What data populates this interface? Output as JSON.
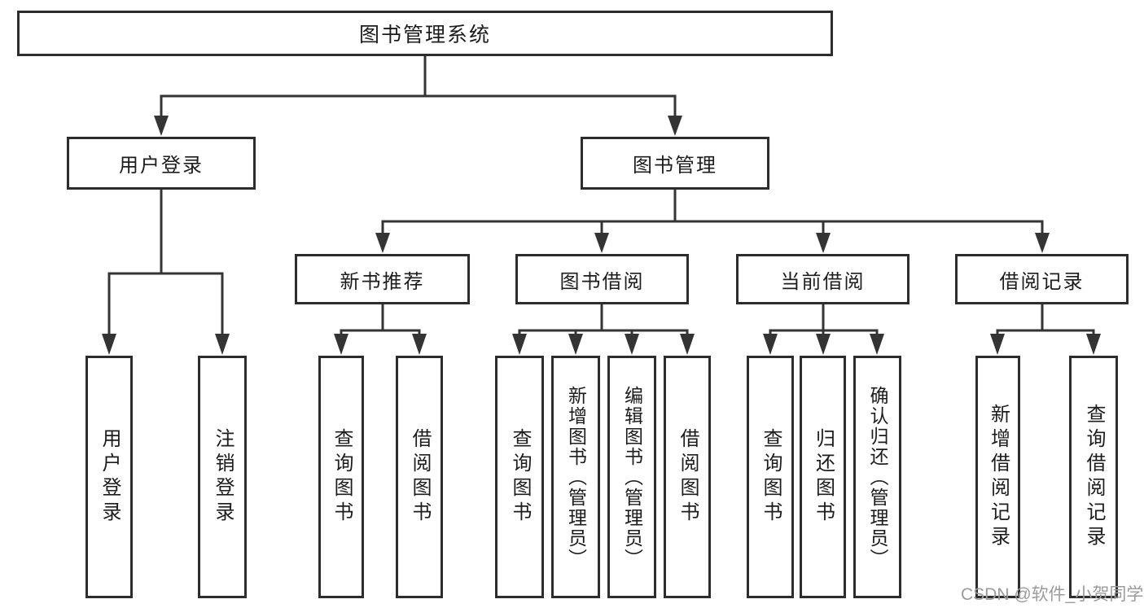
{
  "tree": {
    "root": {
      "label": "图书管理系统"
    },
    "children": [
      {
        "label": "用户登录",
        "children": [
          {
            "label": "用户登录"
          },
          {
            "label": "注销登录"
          }
        ]
      },
      {
        "label": "图书管理",
        "children": [
          {
            "label": "新书推荐",
            "children": [
              {
                "label": "查询图书"
              },
              {
                "label": "借阅图书"
              }
            ]
          },
          {
            "label": "图书借阅",
            "children": [
              {
                "label": "查询图书"
              },
              {
                "label": "新增图书（管理员）"
              },
              {
                "label": "编辑图书（管理员）"
              },
              {
                "label": "借阅图书"
              }
            ]
          },
          {
            "label": "当前借阅",
            "children": [
              {
                "label": "查询图书"
              },
              {
                "label": "归还图书"
              },
              {
                "label": "确认归还（管理员）"
              }
            ]
          },
          {
            "label": "借阅记录",
            "children": [
              {
                "label": "新增借阅记录"
              },
              {
                "label": "查询借阅记录"
              }
            ]
          }
        ]
      }
    ]
  },
  "watermark": {
    "text": "CSDN @软件_小贺同学"
  },
  "colors": {
    "line": "#343434",
    "border": "#2d2d2d",
    "fill": "#ffffff",
    "text": "#1c1c1c",
    "watermark": "#9b9b9b",
    "background": "#ffffff"
  }
}
